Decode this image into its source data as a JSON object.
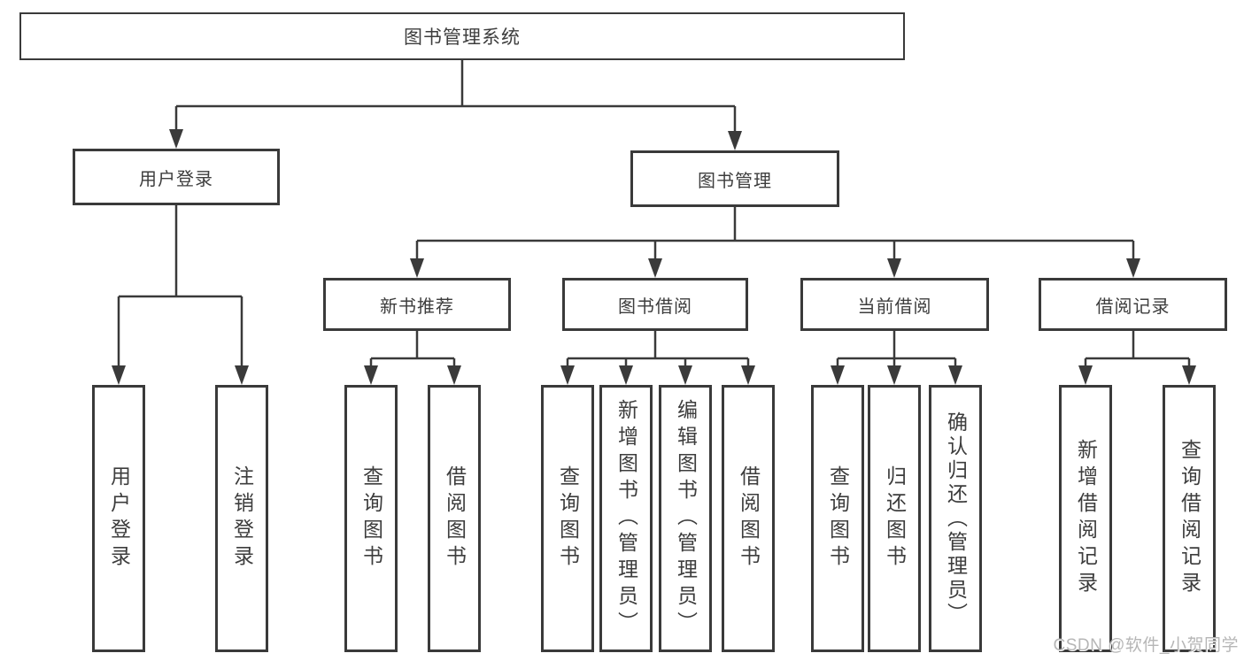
{
  "diagram": {
    "title": "图书管理系统",
    "root": {
      "label": "图书管理系统"
    },
    "level2": [
      {
        "id": "user-login",
        "label": "用户登录"
      },
      {
        "id": "book-management",
        "label": "图书管理"
      }
    ],
    "level3": [
      {
        "id": "new-book-recommend",
        "label": "新书推荐",
        "parent": "book-management"
      },
      {
        "id": "book-borrowing",
        "label": "图书借阅",
        "parent": "book-management"
      },
      {
        "id": "current-borrowing",
        "label": "当前借阅",
        "parent": "book-management"
      },
      {
        "id": "borrowing-records",
        "label": "借阅记录",
        "parent": "book-management"
      }
    ],
    "leaves": [
      {
        "id": "leaf-user-login",
        "label": "用户登录",
        "parent": "user-login"
      },
      {
        "id": "leaf-logout",
        "label": "注销登录",
        "parent": "user-login"
      },
      {
        "id": "leaf-query-books-recommend",
        "label": "查询图书",
        "parent": "new-book-recommend"
      },
      {
        "id": "leaf-borrow-books-recommend",
        "label": "借阅图书",
        "parent": "new-book-recommend"
      },
      {
        "id": "leaf-query-books-borrowing",
        "label": "查询图书",
        "parent": "book-borrowing"
      },
      {
        "id": "leaf-add-books-admin",
        "label": "新增图书（管理员）",
        "parent": "book-borrowing"
      },
      {
        "id": "leaf-edit-books-admin",
        "label": "编辑图书（管理员）",
        "parent": "book-borrowing"
      },
      {
        "id": "leaf-borrow-books-borrowing",
        "label": "借阅图书",
        "parent": "book-borrowing"
      },
      {
        "id": "leaf-query-books-current",
        "label": "查询图书",
        "parent": "current-borrowing"
      },
      {
        "id": "leaf-return-books",
        "label": "归还图书",
        "parent": "current-borrowing"
      },
      {
        "id": "leaf-confirm-return-admin",
        "label": "确认归还（管理员）",
        "parent": "current-borrowing"
      },
      {
        "id": "leaf-add-borrow-record",
        "label": "新增借阅记录",
        "parent": "borrowing-records"
      },
      {
        "id": "leaf-query-borrow-record",
        "label": "查询借阅记录",
        "parent": "borrowing-records"
      }
    ],
    "colors": {
      "line": "#3a3a3a",
      "text": "#3d3d3d",
      "box_background": "#ffffff",
      "watermark": "#b6b6b6"
    },
    "watermark": "CSDN @软件_小贺同学"
  }
}
